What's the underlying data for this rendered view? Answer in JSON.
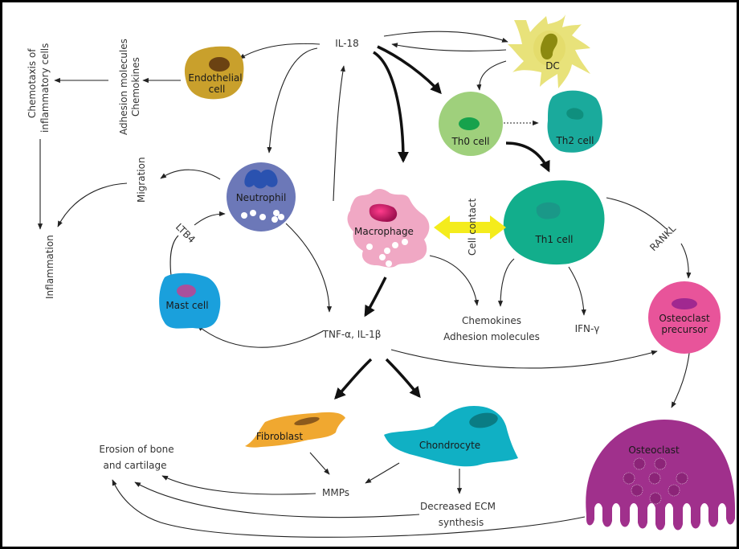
{
  "diagram": {
    "mediators": {
      "il18": "IL-18",
      "tnf_il1": "TNF-α, IL-1β",
      "chemokines_adhesion_line1": "Chemokines",
      "chemokines_adhesion_line2": "Adhesion molecules",
      "ifn_gamma": "IFN-γ",
      "rankl": "RANKL",
      "ltb4": "LTB4",
      "mmps": "MMPs",
      "adhesion_chemokines_line1": "Adhesion molecules",
      "adhesion_chemokines_line2": "Chemokines",
      "cell_contact": "Cell contact"
    },
    "outcomes": {
      "chemotaxis_line1": "Chemotaxis of",
      "chemotaxis_line2": "inflammatory cells",
      "inflammation": "Inflammation",
      "migration": "Migration",
      "erosion_line1": "Erosion of bone",
      "erosion_line2": "and cartilage",
      "ecm_line1": "Decreased ECM",
      "ecm_line2": "synthesis"
    },
    "cells": {
      "endothelial_line1": "Endothelial",
      "endothelial_line2": "cell",
      "dc": "DC",
      "th0": "Th0 cell",
      "th2": "Th2 cell",
      "th1": "Th1 cell",
      "neutrophil": "Neutrophil",
      "macrophage": "Macrophage",
      "mast": "Mast cell",
      "osteoclast_precursor_line1": "Osteoclast",
      "osteoclast_precursor_line2": "precursor",
      "fibroblast": "Fibroblast",
      "chondrocyte": "Chondrocyte",
      "osteoclast": "Osteoclast"
    },
    "colors": {
      "endothelial": "#c9a02c",
      "dc": "#e8e27a",
      "th0": "#9fd07c",
      "th2": "#1aaa9c",
      "th1": "#12ae8c",
      "neutrophil": "#6c78b8",
      "macrophage": "#f0a8c4",
      "mast": "#1aa0dc",
      "osteoclast_precursor": "#e8549a",
      "fibroblast": "#f0a830",
      "chondrocyte": "#10b0c4",
      "osteoclast": "#a0308c",
      "cell_contact_arrow": "#f4ec1c"
    }
  }
}
